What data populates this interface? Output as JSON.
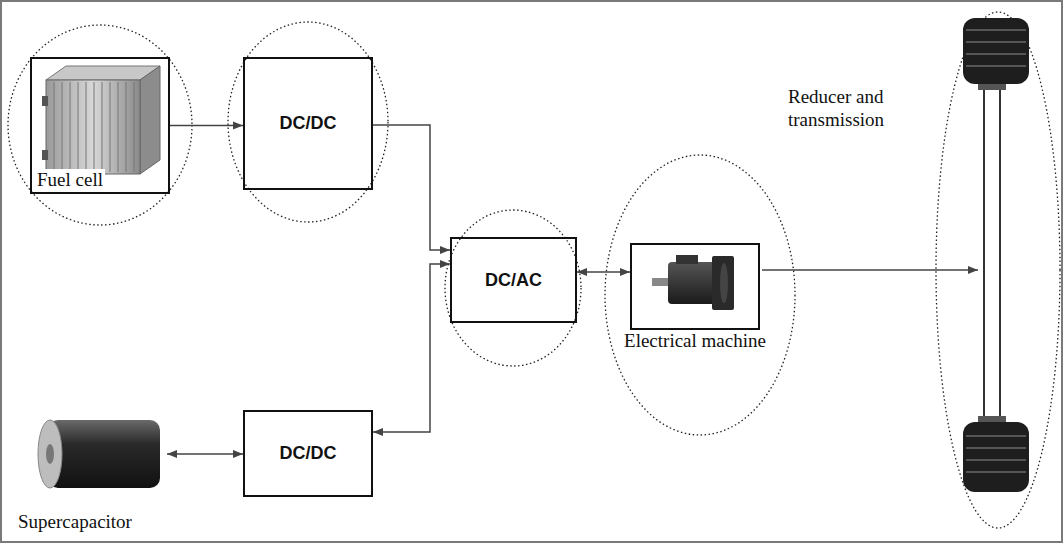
{
  "diagram": {
    "nodes": [
      {
        "text": [
          "Fuel cell"
        ]
      },
      {
        "text": [
          "DC/DC"
        ]
      },
      {
        "text": [
          "DC/AC"
        ]
      },
      {
        "text": [
          "Electrical machine"
        ]
      },
      {
        "text": [
          "Supercapacitor"
        ]
      },
      {
        "text": [
          "DC/DC"
        ]
      }
    ],
    "edges": [
      {
        "from": 0,
        "to": 1,
        "arrow": "to"
      },
      {
        "from": 1,
        "to": 2,
        "arrow": "to"
      },
      {
        "from": 5,
        "to": 2,
        "arrow": "both"
      },
      {
        "from": 4,
        "to": 5,
        "arrow": "both"
      },
      {
        "from": 2,
        "to": 3,
        "arrow": "both"
      }
    ],
    "labels": [
      "Reducer and transmission"
    ]
  }
}
